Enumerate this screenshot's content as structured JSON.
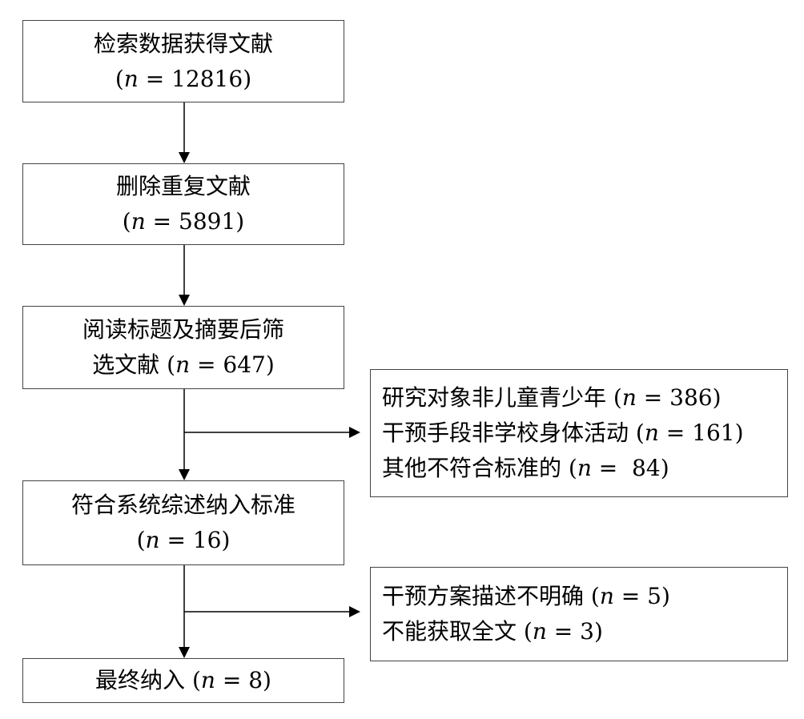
{
  "boxes": {
    "retrieved": {
      "text": "检索数据获得文献",
      "n": "12816"
    },
    "deduplicated": {
      "text": "删除重复文献",
      "n": "5891"
    },
    "screened": {
      "text_line1": "阅读标题及摘要后筛",
      "text_line2": "选文献",
      "n": "647"
    },
    "included_systematic": {
      "text": "符合系统综述纳入标准",
      "n": "16"
    },
    "final": {
      "text": "最终纳入",
      "n": "8"
    }
  },
  "exclusions": {
    "first": [
      {
        "text": "研究对象非儿童青少年",
        "n": "386"
      },
      {
        "text": "干预手段非学校身体活动",
        "n": "161"
      },
      {
        "text": "其他不符合标准的",
        "n": " 84"
      }
    ],
    "second": [
      {
        "text": "干预方案描述不明确",
        "n": "5"
      },
      {
        "text": "不能获取全文",
        "n": "3"
      }
    ]
  },
  "labels": {
    "n_symbol": "n",
    "equals": " = "
  }
}
